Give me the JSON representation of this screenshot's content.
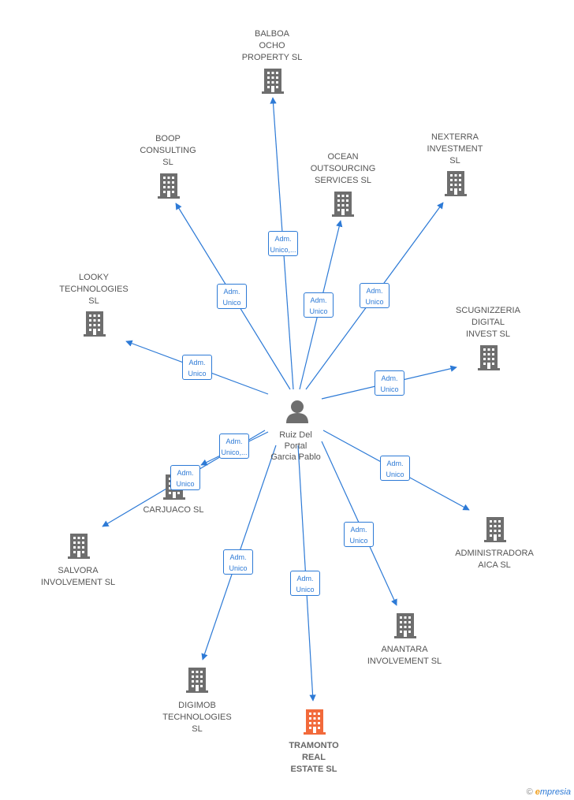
{
  "center": {
    "label": "Ruiz Del\nPortal\nGarcia Pablo"
  },
  "colors": {
    "edge": "#2d7ad6",
    "building": "#6e6e6e",
    "highlight": "#f26a3b",
    "text": "#555555"
  },
  "nodes": [
    {
      "id": "balboa",
      "label": "BALBOA\nOCHO\nPROPERTY  SL",
      "highlight": false
    },
    {
      "id": "boop",
      "label": "BOOP\nCONSULTING\nSL",
      "highlight": false
    },
    {
      "id": "ocean",
      "label": "OCEAN\nOUTSOURCING\nSERVICES  SL",
      "highlight": false
    },
    {
      "id": "nexterra",
      "label": "NEXTERRA\nINVESTMENT\nSL",
      "highlight": false
    },
    {
      "id": "looky",
      "label": "LOOKY\nTECHNOLOGIES\nSL",
      "highlight": false
    },
    {
      "id": "scugnizzeria",
      "label": "SCUGNIZZERIA\nDIGITAL\nINVEST  SL",
      "highlight": false
    },
    {
      "id": "carjuaco",
      "label": "CARJUACO  SL",
      "highlight": false
    },
    {
      "id": "salvora",
      "label": "SALVORA\nINVOLVEMENT SL",
      "highlight": false
    },
    {
      "id": "administradora",
      "label": "ADMINISTRADORA\nAICA  SL",
      "highlight": false
    },
    {
      "id": "anantara",
      "label": "ANANTARA\nINVOLVEMENT SL",
      "highlight": false
    },
    {
      "id": "digimob",
      "label": "DIGIMOB\nTECHNOLOGIES\nSL",
      "highlight": false
    },
    {
      "id": "tramonto",
      "label": "TRAMONTO\nREAL\nESTATE  SL",
      "highlight": true
    }
  ],
  "edges": [
    {
      "target": "balboa",
      "label": "Adm.\nUnico,..."
    },
    {
      "target": "boop",
      "label": "Adm.\nUnico"
    },
    {
      "target": "ocean",
      "label": "Adm.\nUnico"
    },
    {
      "target": "nexterra",
      "label": "Adm.\nUnico"
    },
    {
      "target": "looky",
      "label": "Adm.\nUnico"
    },
    {
      "target": "scugnizzeria",
      "label": "Adm.\nUnico"
    },
    {
      "target": "carjuaco",
      "label": "Adm.\nUnico,..."
    },
    {
      "target": "salvora",
      "label": "Adm.\nUnico"
    },
    {
      "target": "administradora",
      "label": "Adm.\nUnico"
    },
    {
      "target": "anantara",
      "label": "Adm.\nUnico"
    },
    {
      "target": "digimob",
      "label": "Adm.\nUnico"
    },
    {
      "target": "tramonto",
      "label": "Adm.\nUnico"
    }
  ],
  "footer": {
    "copyright": "©",
    "brand_initial": "e",
    "brand_rest": "mpresia"
  }
}
